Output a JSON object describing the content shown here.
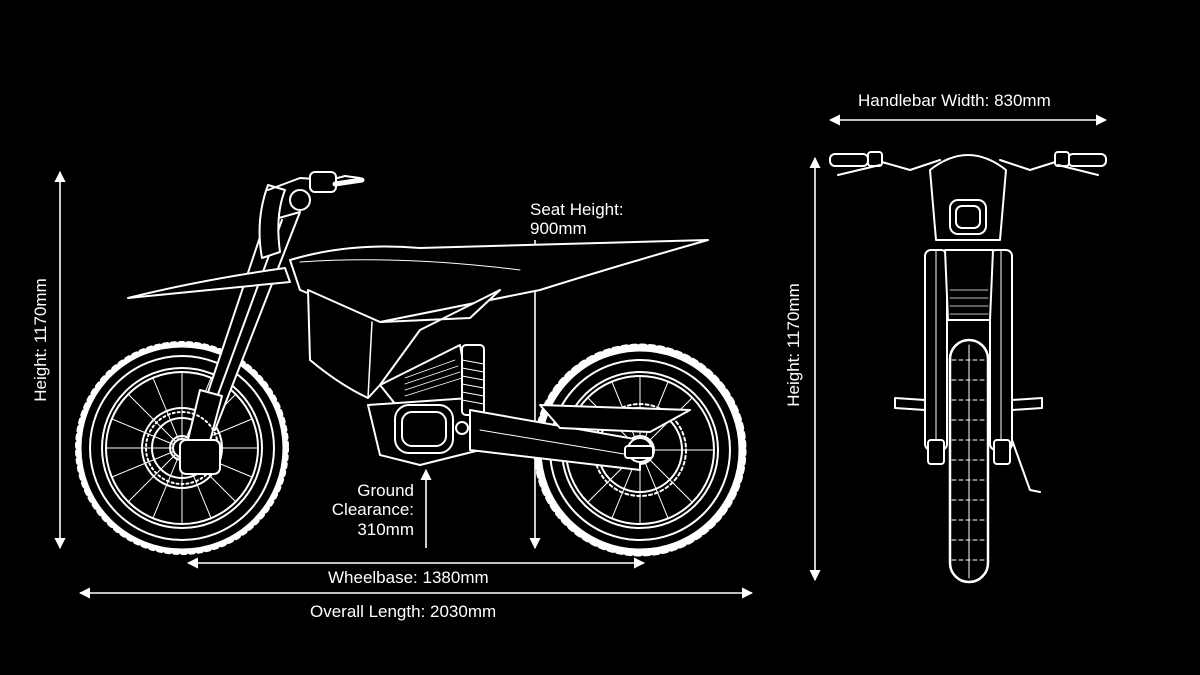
{
  "labels": {
    "handlebar_width": "Handlebar Width: 830mm",
    "seat_height_line1": "Seat Height:",
    "seat_height_line2": "900mm",
    "height_side": "Height: 1170mm",
    "height_front": "Height: 1170mm",
    "ground_line1": "Ground",
    "ground_line2": "Clearance:",
    "ground_line3": "310mm",
    "wheelbase": "Wheelbase: 1380mm",
    "overall_length": "Overall Length: 2030mm"
  },
  "colors": {
    "background": "#000000",
    "line": "#ffffff"
  }
}
